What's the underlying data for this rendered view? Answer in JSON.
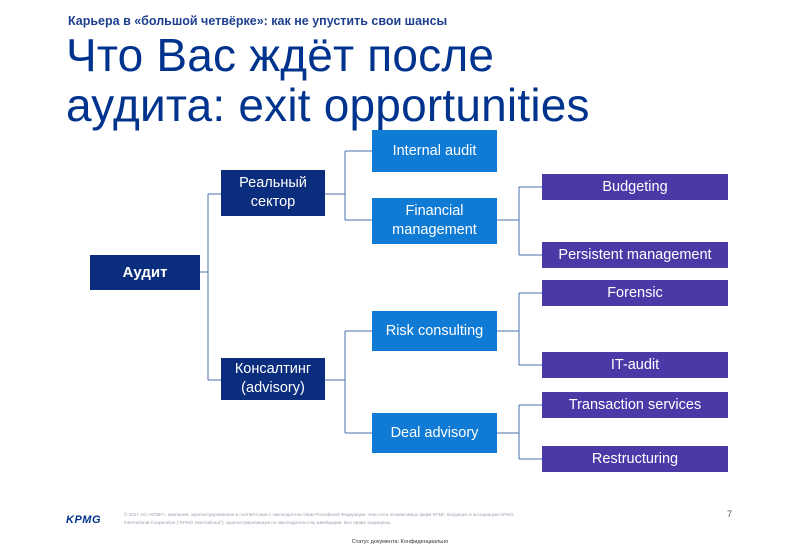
{
  "header": {
    "subtitle": "Карьера в «большой четвёрке»: как не упустить свои шансы",
    "title_line1": "Что Вас ждёт после",
    "title_line2": "аудита: exit opportunities"
  },
  "diagram": {
    "root": "Аудит",
    "real_sector": {
      "line1": "Реальный",
      "line2": "сектор"
    },
    "consulting": {
      "line1": "Консалтинг",
      "line2": "(advisory)"
    },
    "internal_audit": "Internal audit",
    "financial_management": {
      "line1": "Financial",
      "line2": "management"
    },
    "risk_consulting": "Risk consulting",
    "deal_advisory": "Deal advisory",
    "budgeting": "Budgeting",
    "persistent_management": "Persistent management",
    "forensic": "Forensic",
    "it_audit": "IT-audit",
    "transaction_services": "Transaction services",
    "restructuring": "Restructuring"
  },
  "colors": {
    "navy": "#0b2d7d",
    "blue": "#0f7bd4",
    "purple": "#4a3aa8",
    "connector": "#4a6fae",
    "title": "#00338d"
  },
  "footer": {
    "logo": "KPMG",
    "legal_line1": "© 2017 АО «КПМГ», компания, зарегистрированная в соответствии с законодательством Российской Федерации, член сети независимых фирм КПМГ, входящих в ассоциацию KPMG",
    "legal_line2": "International Cooperative (\"KPMG International\"), зарегистрированную по законодательству Швейцарии. Все права защищены.",
    "page_number": "7",
    "status": "Статус документа: Конфиденциально"
  }
}
